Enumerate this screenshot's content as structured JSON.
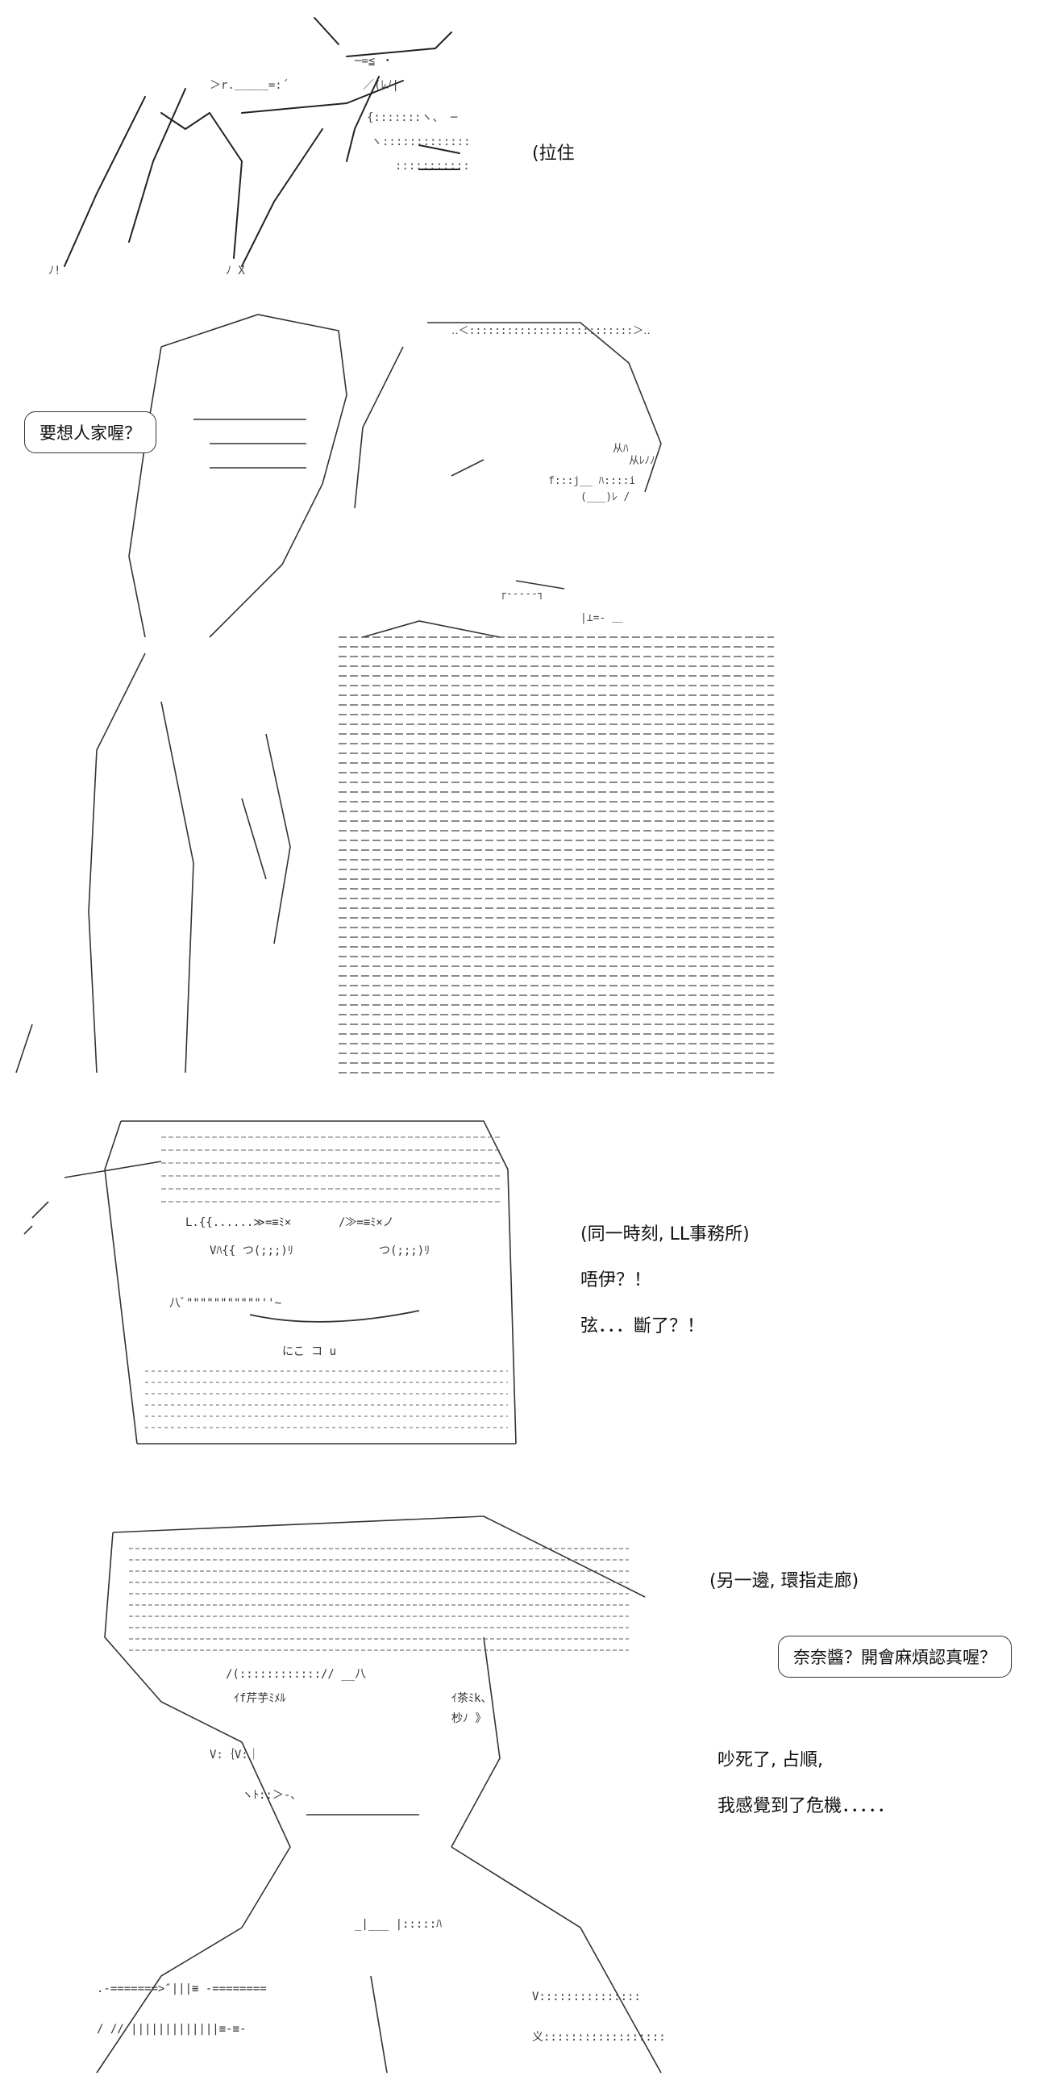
{
  "panel1": {
    "caption": "(拉住"
  },
  "panel2": {
    "speech": "要想人家喔？"
  },
  "panel3": {
    "caption": "(同一時刻, LL事務所)",
    "line1": "唔伊？！",
    "line2": "弦．．．斷了？！"
  },
  "panel4": {
    "caption": "(另一邊, 環指走廊)",
    "speech": "奈奈醬？開會麻煩認真喔？",
    "line1": "吵死了, 占順,",
    "line2": "我感覺到了危機．．．．．"
  },
  "colors": {
    "ink": "#111111",
    "background": "#ffffff"
  }
}
